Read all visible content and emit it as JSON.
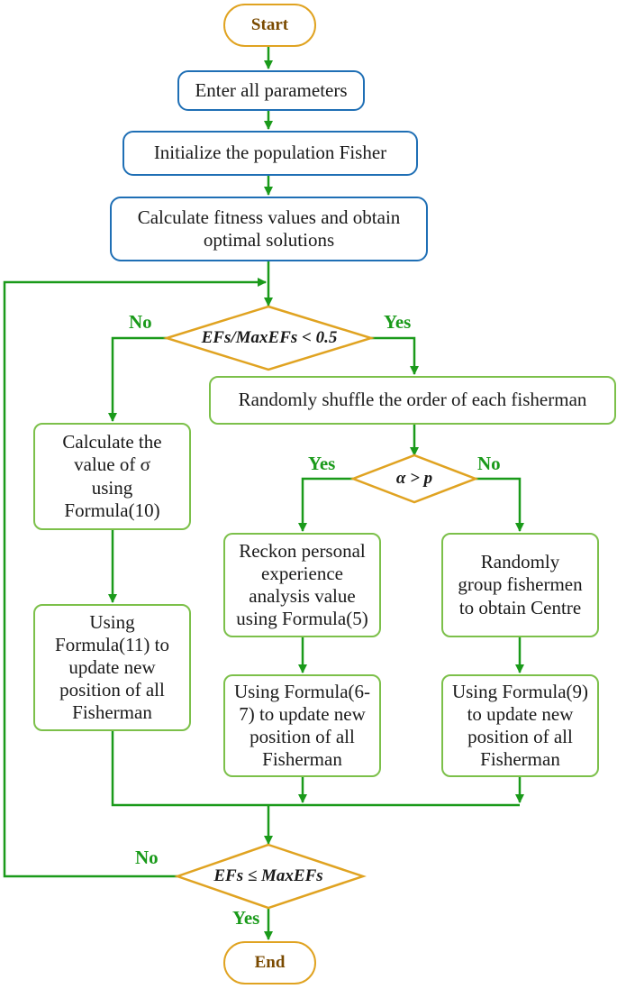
{
  "colors": {
    "arrow": "#1a9a1a",
    "process_blue": "#1f6fb5",
    "process_green": "#7cc04a",
    "terminal_and_decision": "#e0a321"
  },
  "nodes": {
    "start": "Start",
    "enter_params": "Enter all parameters",
    "init_population": "Initialize the population Fisher",
    "calc_fitness": "Calculate fitness values and obtain optimal solutions",
    "decision_efs": "EFs/MaxEFs < 0.5",
    "shuffle": "Randomly shuffle the order of each fisherman",
    "calc_sigma": "Calculate the value of σ using Formula(10)",
    "formula11": "Using Formula(11) to update new position of all Fisherman",
    "decision_alpha": "α > p",
    "reckon": "Reckon personal experience analysis value using Formula(5)",
    "group": "Randomly group fishermen to obtain Centre",
    "formula67": "Using Formula(6-7) to update new position of all Fisherman",
    "formula9": "Using Formula(9) to update new position of all Fisherman",
    "decision_end": "EFs ≤ MaxEFs",
    "end": "End"
  },
  "edge_labels": {
    "efs_no": "No",
    "efs_yes": "Yes",
    "alpha_yes": "Yes",
    "alpha_no": "No",
    "end_no": "No",
    "end_yes": "Yes"
  }
}
